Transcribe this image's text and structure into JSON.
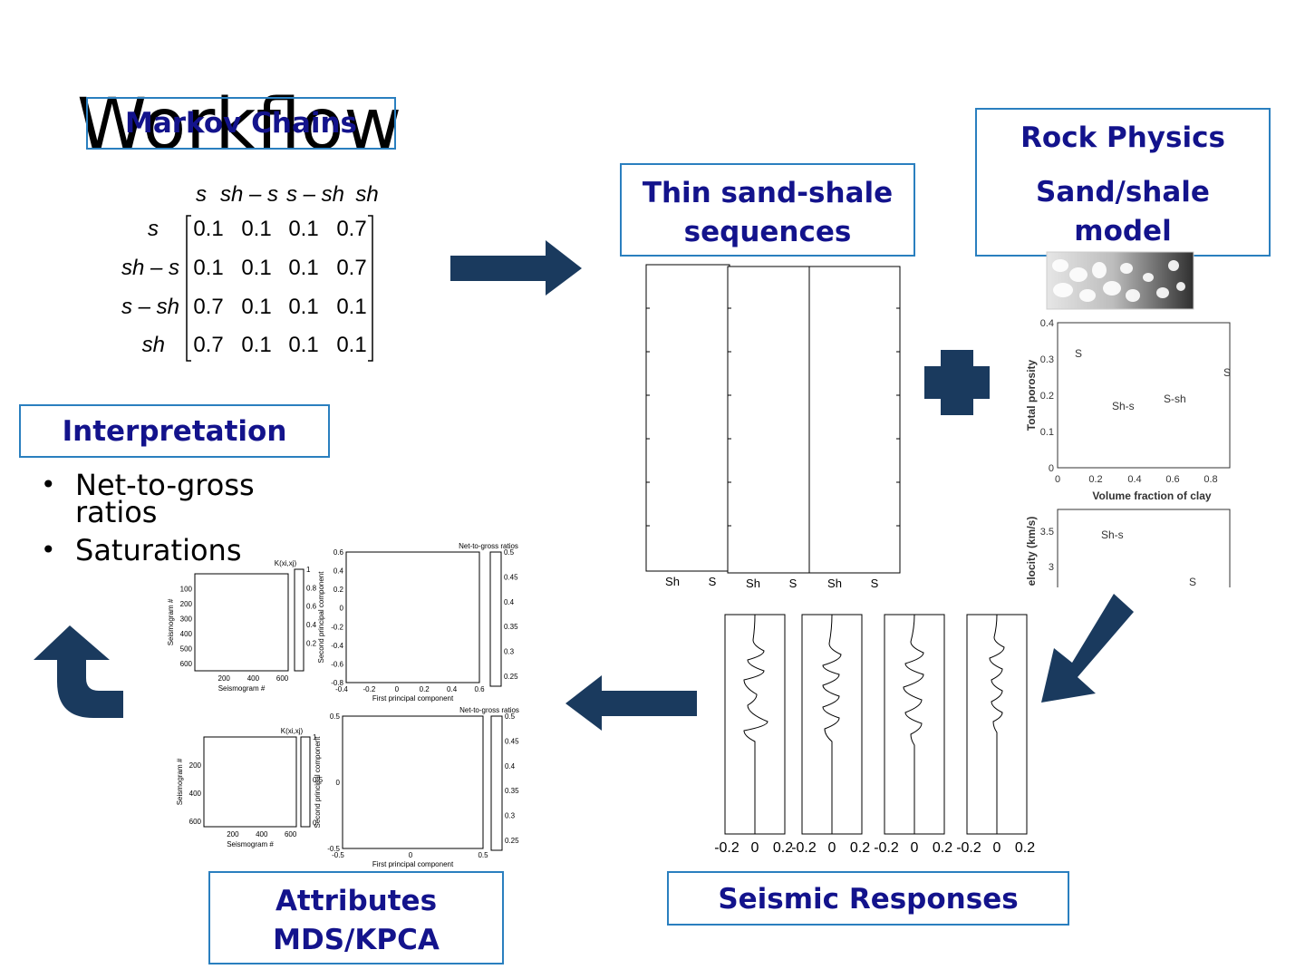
{
  "title": "Workflow",
  "boxes": {
    "markov": "Markov Chains",
    "thin_lines": [
      "Thin sand-shale",
      "sequences"
    ],
    "rock_title": "Rock Physics",
    "rock_lines": [
      "Sand/shale",
      "model"
    ],
    "interpretation": "Interpretation",
    "attributes_lines": [
      "Attributes",
      "MDS/KPCA"
    ],
    "seismic": "Seismic Responses"
  },
  "bullets": [
    "Net-to-gross ratios",
    "Saturations"
  ],
  "matrix": {
    "col_labels": [
      "s",
      "sh – s",
      "s – sh",
      "sh"
    ],
    "row_labels": [
      "s",
      "sh – s",
      "s – sh",
      "sh"
    ],
    "values": [
      [
        "0.1",
        "0.1",
        "0.1",
        "0.7"
      ],
      [
        "0.1",
        "0.1",
        "0.1",
        "0.7"
      ],
      [
        "0.7",
        "0.1",
        "0.1",
        "0.1"
      ],
      [
        "0.7",
        "0.1",
        "0.1",
        "0.1"
      ]
    ]
  },
  "sequences": {
    "tick_labels": [
      "Sh",
      "S",
      "Sh",
      "S",
      "Sh",
      "S"
    ]
  },
  "rock_plot": {
    "y_label": "Total porosity",
    "x_label": "Volume fraction of clay",
    "y_ticks": [
      "0.4",
      "0.3",
      "0.2",
      "0.1",
      "0"
    ],
    "x_ticks": [
      "0",
      "0.2",
      "0.4",
      "0.6",
      "0.8"
    ],
    "labels": [
      "S",
      "Sh-s",
      "S-sh",
      "S"
    ],
    "vel_label": "elocity (km/s)",
    "vel_ticks": [
      "3.5",
      "3"
    ],
    "vel_labels": [
      "Sh-s",
      "S"
    ]
  },
  "seismic_plot": {
    "x_ticks": [
      "-0.2",
      "0",
      "0.2"
    ]
  },
  "attr_plots": {
    "kernel_title": "K(xi,xj)",
    "ntg_title": "Net-to-gross ratios",
    "seis_label": "Seismogram #",
    "pc1_label": "First principal component",
    "pc2_label": "Second principal component",
    "top": {
      "seis_y_ticks": [
        "100",
        "200",
        "300",
        "400",
        "500",
        "600"
      ],
      "seis_x_ticks": [
        "200",
        "400",
        "600"
      ],
      "k_ticks": [
        "1",
        "0.8",
        "0.6",
        "0.4",
        "0.2"
      ],
      "pc_y_ticks": [
        "0.6",
        "0.4",
        "0.2",
        "0",
        "-0.2",
        "-0.4",
        "-0.6",
        "-0.8"
      ],
      "pc_x_ticks": [
        "-0.4",
        "-0.2",
        "0",
        "0.2",
        "0.4",
        "0.6"
      ],
      "ntg_ticks": [
        "0.5",
        "0.45",
        "0.4",
        "0.35",
        "0.3",
        "0.25"
      ]
    },
    "bottom": {
      "seis_y_ticks": [
        "200",
        "400",
        "600"
      ],
      "seis_x_ticks": [
        "200",
        "400",
        "600"
      ],
      "k_ticks": [
        "1",
        "0.5",
        "0"
      ],
      "pc_y_ticks": [
        "0.5",
        "0",
        "-0.5"
      ],
      "pc_x_ticks": [
        "-0.5",
        "0",
        "0.5"
      ],
      "ntg_ticks": [
        "0.5",
        "0.45",
        "0.4",
        "0.35",
        "0.3",
        "0.25"
      ]
    }
  },
  "colors": {
    "arrow": "#1a3a5e",
    "box_border": "#2a7fbf",
    "box_text": "#13138c"
  }
}
